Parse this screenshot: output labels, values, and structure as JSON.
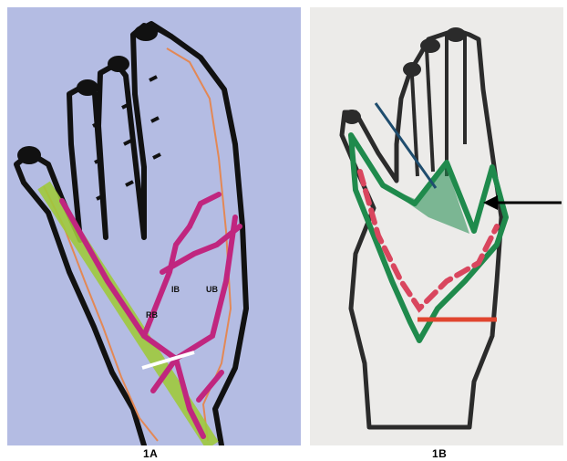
{
  "figure": {
    "panel_a": {
      "caption": "1A",
      "labels": {
        "rb": "RB",
        "ib": "IB",
        "ub": "UB"
      },
      "colors": {
        "background": "#b4bce3",
        "outline": "#111111",
        "skin_line": "#e38855",
        "vessels": "#c0267f",
        "band": "#9ec93c",
        "incision": "#ffffff"
      }
    },
    "panel_b": {
      "caption": "1B",
      "colors": {
        "background": "#ecebe9",
        "outline": "#2b2b2b",
        "flap": "#1f8a4c",
        "dashes": "#d9465e",
        "line": "#e0452f",
        "needle": "#1f4d6e",
        "arrow": "#000000"
      }
    }
  }
}
